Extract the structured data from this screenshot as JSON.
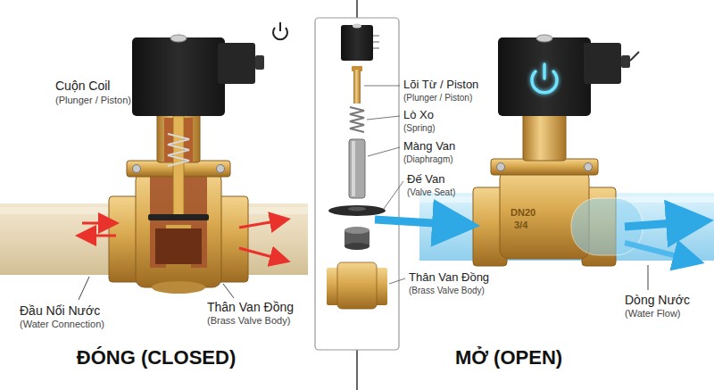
{
  "diagram": {
    "labels": [
      "Cuộn Coil",
      "(Plunger / Piston)",
      "Đầu Nối Nước",
      "(Water Connection)",
      "Thân Van Đồng",
      "(Brass Valve Body)",
      "ĐÓNG (CLOSED)",
      "Lõi Từ / Piston",
      "(Plunger / Piston)",
      "Lò Xo",
      "(Spring)",
      "Màng Van",
      "(Diaphragm)",
      "Đế Van",
      "(Valve Seat)",
      "Thân Van Đồng",
      "(Brass Valve Body)",
      "DN20",
      "3/4",
      "Dòng Nước",
      "(Water Flow)",
      "MỞ (OPEN)"
    ]
  }
}
